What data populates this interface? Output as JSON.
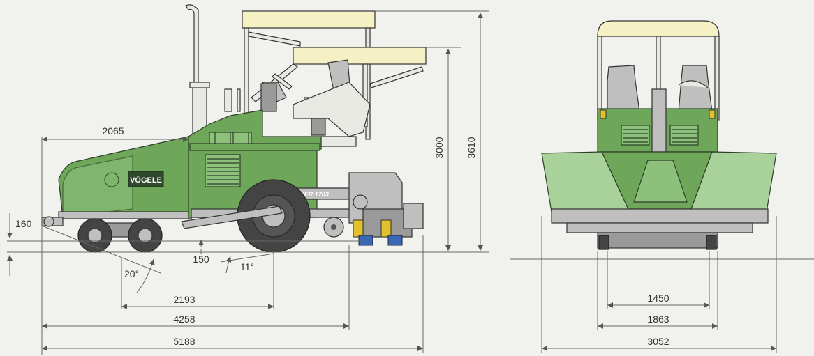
{
  "brand": "VÖGELE",
  "model": "SUPER 1703",
  "side_view": {
    "dimensions": {
      "front_length": "2065",
      "height_low": "3000",
      "height_high": "3610",
      "front_height": "160",
      "ground_clearance": "150",
      "approach_angle": "20°",
      "departure_angle": "11°",
      "wheelbase": "2193",
      "length_mid": "4258",
      "length_total": "5188"
    }
  },
  "front_view": {
    "dimensions": {
      "inner_track": "1450",
      "outer_track": "1863",
      "total_width": "3052"
    }
  },
  "colors": {
    "machine_green": "#6ea65a",
    "canopy": "#f6f1c4",
    "dimension_lines": "#666666"
  }
}
